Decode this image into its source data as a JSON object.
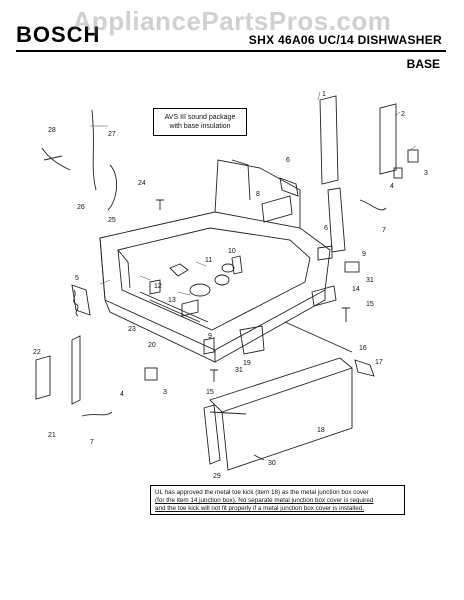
{
  "watermark": "AppliancePartsPros.com",
  "header": {
    "brand": "BOSCH",
    "model": "SHX 46A06 UC/14 DISHWASHER",
    "section": "BASE"
  },
  "callout_text": {
    "line1": "AVS III sound package",
    "line2": "with base insulation"
  },
  "note_text": {
    "line1": "UL has approved the metal toe kick (item 18) as the metal junction box cover",
    "line2": "(for the item 14 junction box). No separate metal junction box cover is required",
    "line3": "and the toe kick will not fit properly if a metal junction box cover is installed."
  },
  "part_labels": [
    "1",
    "2",
    "3",
    "4",
    "5",
    "6",
    "7",
    "8",
    "9",
    "10",
    "11",
    "12",
    "13",
    "14",
    "15",
    "16",
    "17",
    "18",
    "19",
    "20",
    "21",
    "22",
    "23",
    "24",
    "25",
    "26",
    "27",
    "28",
    "29",
    "30",
    "31"
  ]
}
